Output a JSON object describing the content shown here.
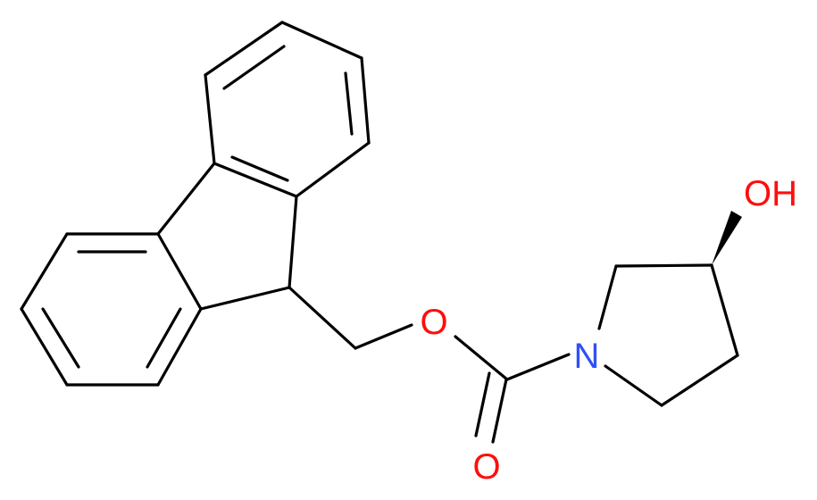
{
  "molecule": {
    "atom_labels": {
      "ester_oxygen": "O",
      "carbonyl_oxygen": "O",
      "nitrogen": "N",
      "hydroxyl": "OH"
    },
    "colors": {
      "bond": "#000000",
      "oxygen": "#ff0d0d",
      "nitrogen": "#3050f8",
      "background": "#ffffff"
    }
  }
}
